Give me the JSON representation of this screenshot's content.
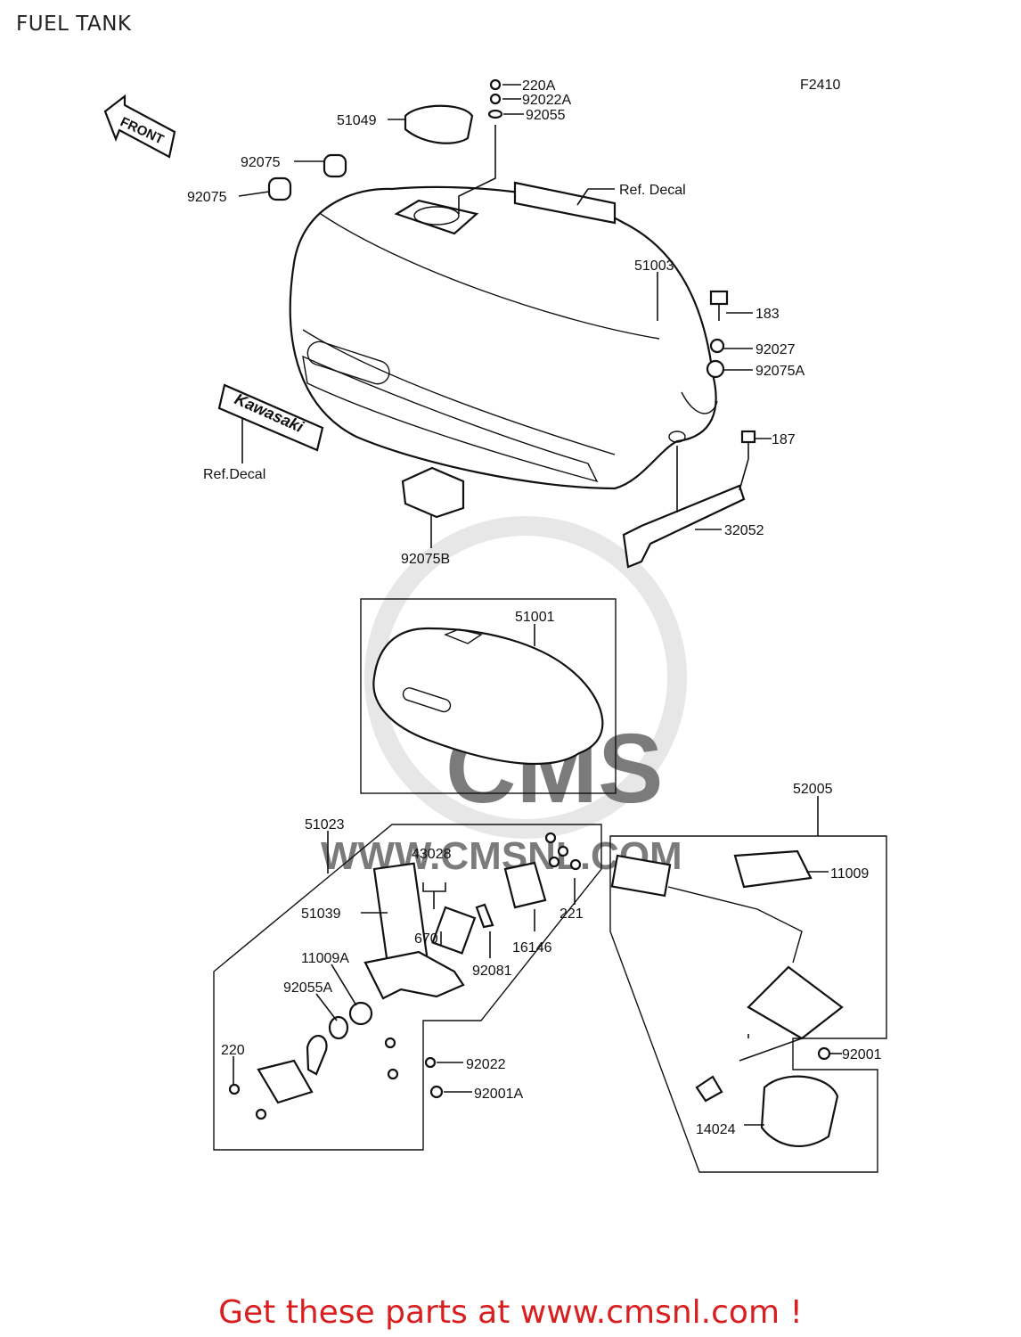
{
  "title": "FUEL TANK",
  "figure_code": "F2410",
  "front_arrow_label": "FRONT",
  "brand_decal_text": "Kawasaki",
  "watermark": {
    "logo_text": "CMS",
    "url_text": "WWW.CMSNL.COM"
  },
  "labels": {
    "p220A": "220A",
    "p92022A": "92022A",
    "p92055": "92055",
    "p51049": "51049",
    "p92075a": "92075",
    "p92075b": "92075",
    "ref_decal_top": "Ref. Decal",
    "p51003": "51003",
    "p183": "183",
    "p92027": "92027",
    "p92075A": "92075A",
    "p187": "187",
    "ref_decal_left": "Ref.Decal",
    "p32052": "32052",
    "p92075B": "92075B",
    "p51001": "51001",
    "p52005": "52005",
    "p51023": "51023",
    "p43028": "43028",
    "p11009": "11009",
    "p51039": "51039",
    "p670": "670",
    "p221": "221",
    "p16146": "16146",
    "p92081": "92081",
    "p11009A": "11009A",
    "p92055A": "92055A",
    "p92001": "92001",
    "p220": "220",
    "p92022": "92022",
    "p92001A": "92001A",
    "p14024": "14024"
  },
  "promo_text": "Get these parts at www.cmsnl.com !"
}
